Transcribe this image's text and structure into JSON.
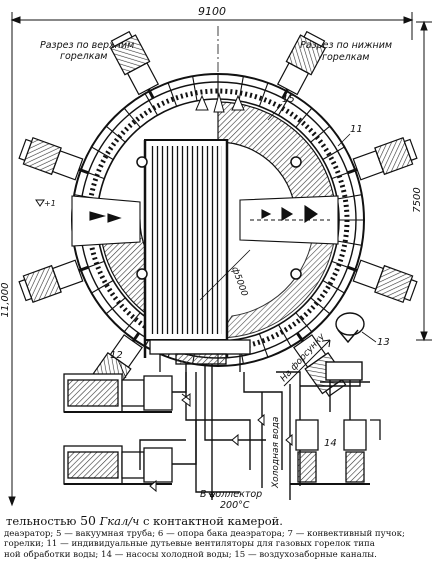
{
  "diagram": {
    "dimension_top": "9100",
    "dimension_right": "7500",
    "dimension_left": "11,000",
    "section_upper": [
      "Разрез по верхним",
      "горелкам"
    ],
    "section_lower": [
      "Разрез по нижним",
      "горелкам"
    ],
    "diameter_label": "ф5000",
    "nozzle_label": "На форсунку",
    "cold_water_label": "Холодная вода",
    "collector_label": [
      "В коллектор",
      "200°С"
    ],
    "level_mark": "+1",
    "callouts": [
      "15",
      "11",
      "12",
      "13",
      "14"
    ],
    "colors": {
      "ink": "#111111",
      "paper": "#ffffff",
      "hatch": "#444444"
    }
  },
  "caption": {
    "line1_prefix": "тельностью",
    "line1_value": "50",
    "line1_unit": "Гкал/ч",
    "line1_suffix": "с контактной камерой.",
    "line2": "деаэратор; 5 — вакуумная труба; 6 — опора бака деаэратора; 7 — конвективный пучок;",
    "line3": "горелки; 11 — индивидуальные дутьевые вентиляторы для газовых горелок типа",
    "line4": "ной обработки воды; 14 — насосы холодной воды; 15 — воздухозаборные каналы."
  }
}
